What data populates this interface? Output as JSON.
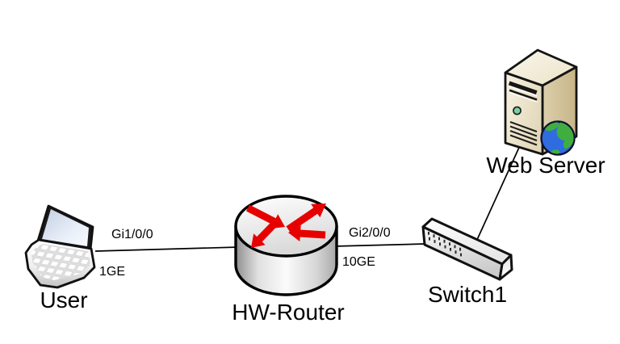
{
  "diagram": {
    "background_color": "#ffffff",
    "nodes": [
      {
        "id": "user",
        "label": "User",
        "device_type": "laptop"
      },
      {
        "id": "hw-router",
        "label": "HW-Router",
        "device_type": "router"
      },
      {
        "id": "switch1",
        "label": "Switch1",
        "device_type": "switch"
      },
      {
        "id": "web-server",
        "label": "Web Server",
        "device_type": "server"
      }
    ],
    "links": [
      {
        "from": "User",
        "to": "HW-Router",
        "interface": "Gi1/0/0",
        "speed": "1GE"
      },
      {
        "from": "HW-Router",
        "to": "Switch1",
        "interface": "Gi2/0/0",
        "speed": "10GE"
      },
      {
        "from": "Switch1",
        "to": "Web Server"
      }
    ],
    "colors": {
      "link": "#000000",
      "label_text": "#000000",
      "router_arrow": "#e60000",
      "globe_ocean": "#2e6ce0",
      "globe_land": "#3fae3f",
      "server_body": "#e9e2cc"
    }
  }
}
